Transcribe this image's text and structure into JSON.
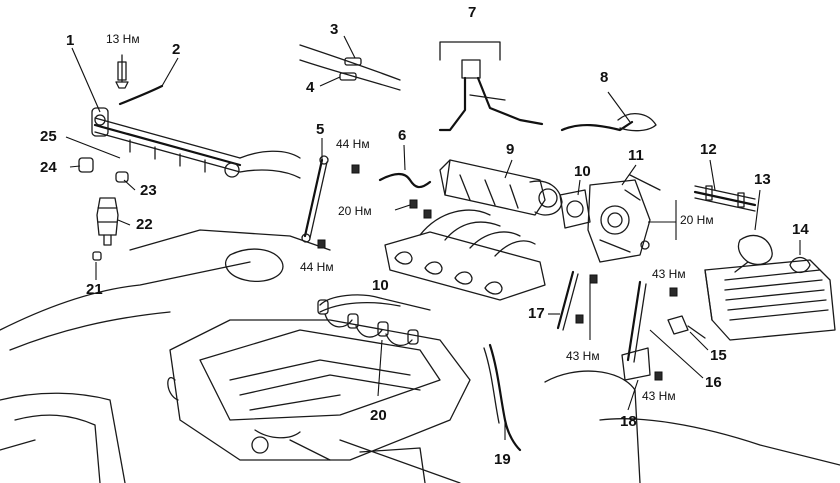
{
  "callouts": [
    {
      "id": "1",
      "text": "1"
    },
    {
      "id": "2",
      "text": "2"
    },
    {
      "id": "3",
      "text": "3"
    },
    {
      "id": "4",
      "text": "4"
    },
    {
      "id": "5",
      "text": "5"
    },
    {
      "id": "6",
      "text": "6"
    },
    {
      "id": "7",
      "text": "7"
    },
    {
      "id": "8",
      "text": "8"
    },
    {
      "id": "9",
      "text": "9"
    },
    {
      "id": "10a",
      "text": "10"
    },
    {
      "id": "10b",
      "text": "10"
    },
    {
      "id": "11",
      "text": "11"
    },
    {
      "id": "12",
      "text": "12"
    },
    {
      "id": "13",
      "text": "13"
    },
    {
      "id": "14",
      "text": "14"
    },
    {
      "id": "15",
      "text": "15"
    },
    {
      "id": "16",
      "text": "16"
    },
    {
      "id": "17",
      "text": "17"
    },
    {
      "id": "18",
      "text": "18"
    },
    {
      "id": "19",
      "text": "19"
    },
    {
      "id": "20a",
      "text": "20"
    },
    {
      "id": "21",
      "text": "21"
    },
    {
      "id": "22",
      "text": "22"
    },
    {
      "id": "23",
      "text": "23"
    },
    {
      "id": "24",
      "text": "24"
    },
    {
      "id": "25",
      "text": "25"
    }
  ],
  "torques": [
    {
      "id": "t13",
      "text": "13 Нм"
    },
    {
      "id": "t44a",
      "text": "44 Нм"
    },
    {
      "id": "t44b",
      "text": "44 Нм"
    },
    {
      "id": "t20a",
      "text": "20 Нм"
    },
    {
      "id": "t20b",
      "text": "20 Нм"
    },
    {
      "id": "t43a",
      "text": "43 Нм"
    },
    {
      "id": "t43b",
      "text": "43 Нм"
    },
    {
      "id": "t43c",
      "text": "43 Нм"
    }
  ],
  "colors": {
    "ink": "#111111",
    "background": "#ffffff"
  }
}
